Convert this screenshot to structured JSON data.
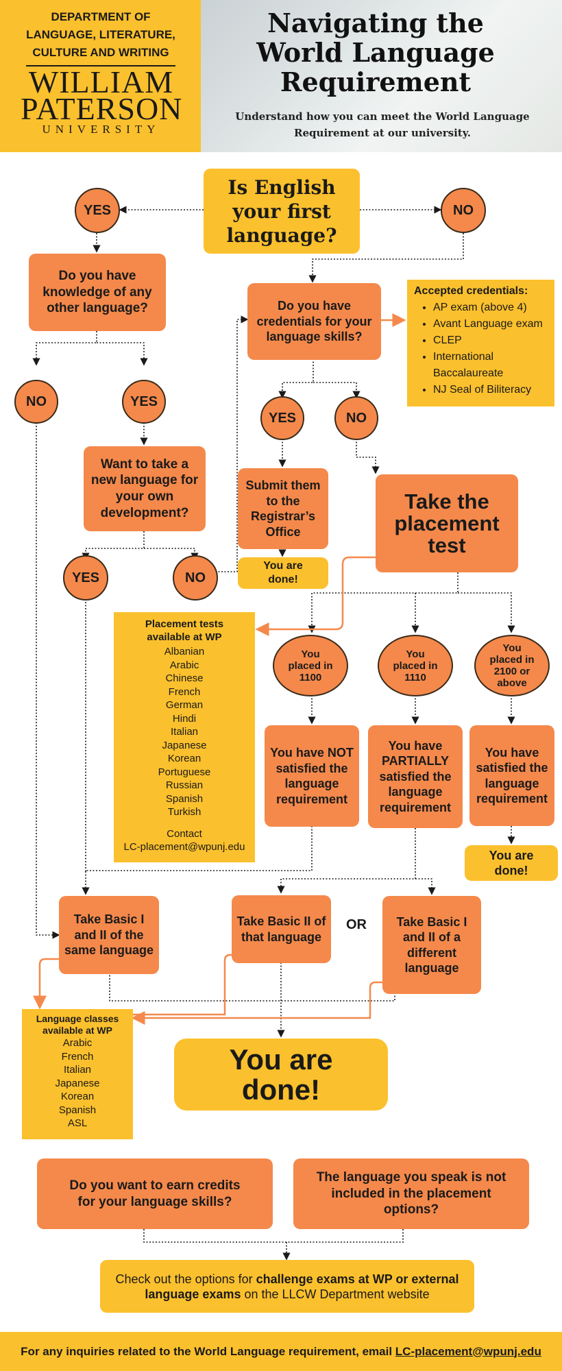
{
  "header": {
    "department": "DEPARTMENT OF LANGUAGE, LITERATURE, CULTURE AND WRITING",
    "logo_line1": "WILLIAM",
    "logo_line2": "PATERSON",
    "logo_line3": "UNIVERSITY",
    "title": "Navigating the World Language Requirement",
    "subtitle": "Understand how you can meet the World Language Requirement at our university."
  },
  "flow": {
    "start": "Is English your first language?",
    "yes": "YES",
    "no": "NO",
    "or": "OR",
    "knowledge_q": "Do you have knowledge of any other language?",
    "new_lang_q": "Want to take a new language for your own development?",
    "credentials_q": "Do you have credentials for your language skills?",
    "submit": "Submit them to the Registrar’s Office",
    "you_are_done_small": "You are done!",
    "placement": "Take the placement test",
    "placed_1100": "You placed in 1100",
    "placed_1110": "You placed in 1110",
    "placed_2100": "You placed in 2100 or above",
    "not_satisfied": "You have NOT satisfied the language requirement",
    "partially": "You have PARTIALLY satisfied the language requirement",
    "satisfied": "You have satisfied the language requirement",
    "basic_same": "Take Basic I and II of the same language",
    "basic_ii": "Take Basic II of that language",
    "basic_diff": "Take Basic I and II of a different language",
    "final_done": "You are done!"
  },
  "credentials": {
    "title": "Accepted credentials:",
    "items": [
      "AP exam (above 4)",
      "Avant Language exam",
      "CLEP",
      "International Baccalaureate",
      "NJ Seal of Biliteracy"
    ]
  },
  "placement_tests": {
    "title": "Placement tests available at WP",
    "languages": [
      "Albanian",
      "Arabic",
      "Chinese",
      "French",
      "German",
      "Hindi",
      "Italian",
      "Japanese",
      "Korean",
      "Portuguese",
      "Russian",
      "Spanish",
      "Turkish"
    ],
    "contact_label": "Contact",
    "contact_email": "LC-placement@wpunj.edu"
  },
  "language_classes": {
    "title": "Language classes available at WP",
    "languages": [
      "Arabic",
      "French",
      "Italian",
      "Japanese",
      "Korean",
      "Spanish",
      "ASL"
    ]
  },
  "bottom": {
    "q1": "Do you want to earn credits for your language skills?",
    "q2": "The language you speak is not included in the placement options?",
    "check_prefix": "Check out the options for ",
    "check_bold": "challenge exams at WP or external language exams",
    "check_suffix": " on the LLCW Department website"
  },
  "footer": {
    "prefix": "For any inquiries related to the World Language requirement, email ",
    "email": "LC-placement@wpunj.edu"
  },
  "colors": {
    "yellow": "#fbc02d",
    "orange": "#f4894b",
    "dark": "#1a1a1a"
  }
}
